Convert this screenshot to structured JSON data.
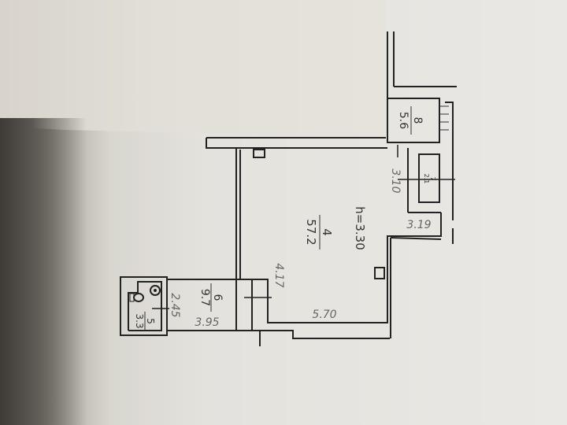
{
  "rooms": [
    {
      "number": "4",
      "area": "57.2"
    },
    {
      "number": "5",
      "area": "3.3"
    },
    {
      "number": "6",
      "area": "9.7"
    },
    {
      "number": "7",
      "area": "2.1"
    },
    {
      "number": "8",
      "area": "5.6"
    }
  ],
  "ceiling_height": "h=3.30",
  "dimensions": {
    "room4_width": "5.70",
    "room4_step": "4.17",
    "corridor_length": "3.10",
    "corridor_width": "3.19",
    "room6_width": "3.95",
    "room6_depth": "2.45"
  }
}
